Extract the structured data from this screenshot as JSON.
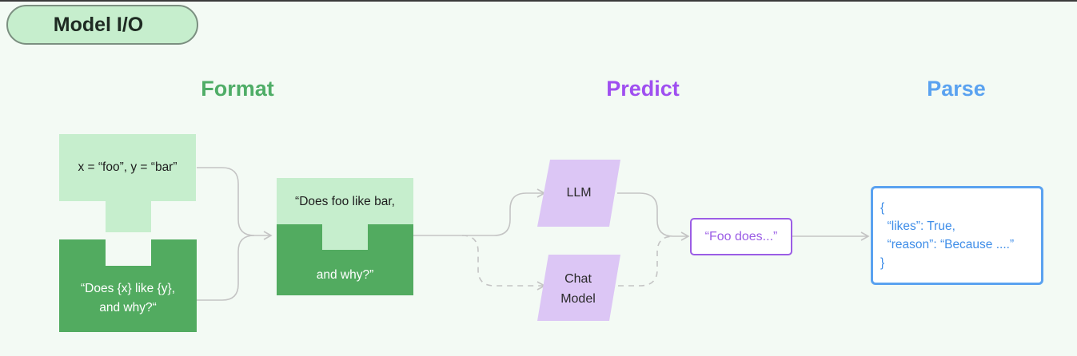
{
  "badge": {
    "label": "Model I/O"
  },
  "sections": {
    "format": {
      "label": "Format",
      "color": "#4fad67"
    },
    "predict": {
      "label": "Predict",
      "color": "#9f4ff0"
    },
    "parse": {
      "label": "Parse",
      "color": "#5aa2f0"
    }
  },
  "colors": {
    "light_green": "#c6eecd",
    "dark_green": "#52ab60",
    "lavender": "#dcc6f5",
    "connector": "#c4c4c4"
  },
  "format": {
    "variables_text": "x = “foo”, y = “bar”",
    "template_line1": "“Does {x} like {y},",
    "template_line2": "and why?“",
    "prompt_line1": "“Does foo like bar,",
    "prompt_line2": "and why?”"
  },
  "predict": {
    "llm_label": "LLM",
    "chat_model_line1": "Chat",
    "chat_model_line2": "Model",
    "output_text": "“Foo does...”"
  },
  "parse": {
    "json_lines": [
      "{",
      "  “likes”: True,",
      "  “reason”: “Because ....”",
      "}"
    ]
  }
}
